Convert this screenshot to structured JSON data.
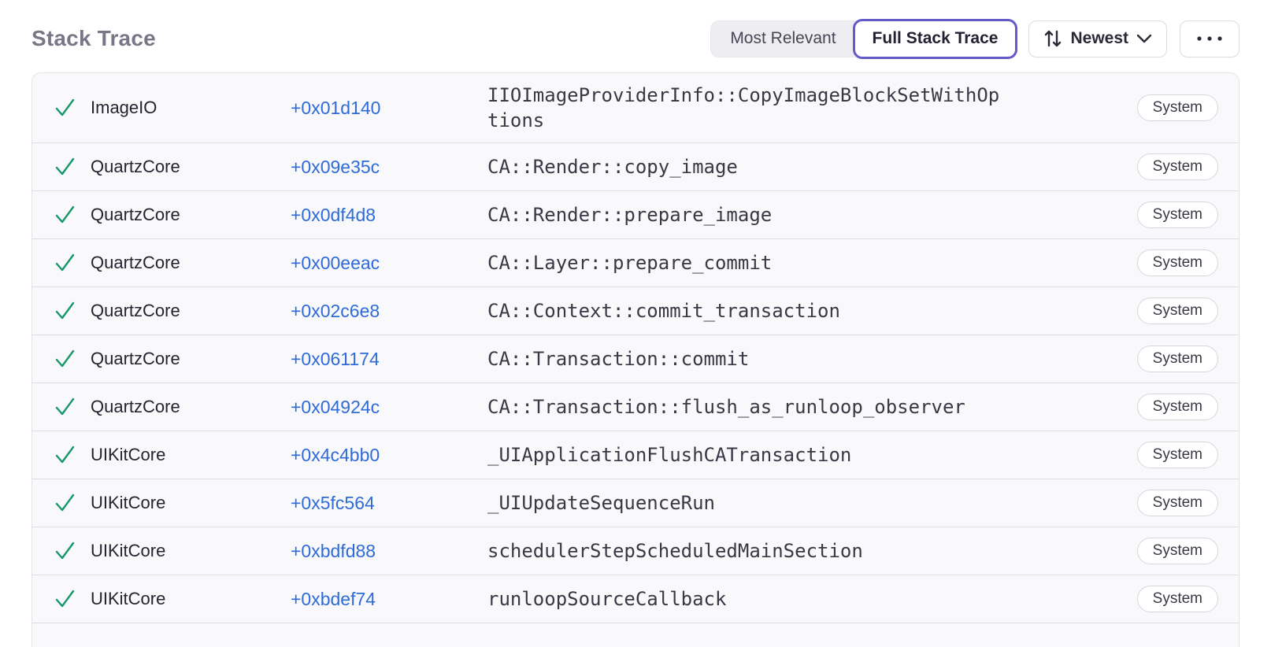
{
  "header": {
    "title": "Stack Trace",
    "segmented": {
      "most_relevant_label": "Most Relevant",
      "full_stack_trace_label": "Full Stack Trace"
    },
    "sort": {
      "label": "Newest"
    }
  },
  "colors": {
    "accent_purple": "#655ac8",
    "link_blue": "#2e6bd9",
    "check_green": "#15976b",
    "title_gray": "#7b7588",
    "table_bg": "#f9f9fb",
    "divider": "#dddde4"
  },
  "icons": {
    "check": "check-icon",
    "sort": "sort-arrows-icon",
    "chevron": "chevron-down-icon",
    "more": "ellipsis-icon"
  },
  "table": {
    "rows": [
      {
        "module": "ImageIO",
        "address": "+0x01d140",
        "function": "IIOImageProviderInfo::CopyImageBlockSetWithOptions",
        "badge": "System"
      },
      {
        "module": "QuartzCore",
        "address": "+0x09e35c",
        "function": "CA::Render::copy_image",
        "badge": "System"
      },
      {
        "module": "QuartzCore",
        "address": "+0x0df4d8",
        "function": "CA::Render::prepare_image",
        "badge": "System"
      },
      {
        "module": "QuartzCore",
        "address": "+0x00eeac",
        "function": "CA::Layer::prepare_commit",
        "badge": "System"
      },
      {
        "module": "QuartzCore",
        "address": "+0x02c6e8",
        "function": "CA::Context::commit_transaction",
        "badge": "System"
      },
      {
        "module": "QuartzCore",
        "address": "+0x061174",
        "function": "CA::Transaction::commit",
        "badge": "System"
      },
      {
        "module": "QuartzCore",
        "address": "+0x04924c",
        "function": "CA::Transaction::flush_as_runloop_observer",
        "badge": "System"
      },
      {
        "module": "UIKitCore",
        "address": "+0x4c4bb0",
        "function": "_UIApplicationFlushCATransaction",
        "badge": "System"
      },
      {
        "module": "UIKitCore",
        "address": "+0x5fc564",
        "function": "_UIUpdateSequenceRun",
        "badge": "System"
      },
      {
        "module": "UIKitCore",
        "address": "+0xbdfd88",
        "function": "schedulerStepScheduledMainSection",
        "badge": "System"
      },
      {
        "module": "UIKitCore",
        "address": "+0xbdef74",
        "function": "runloopSourceCallback",
        "badge": "System"
      }
    ]
  }
}
